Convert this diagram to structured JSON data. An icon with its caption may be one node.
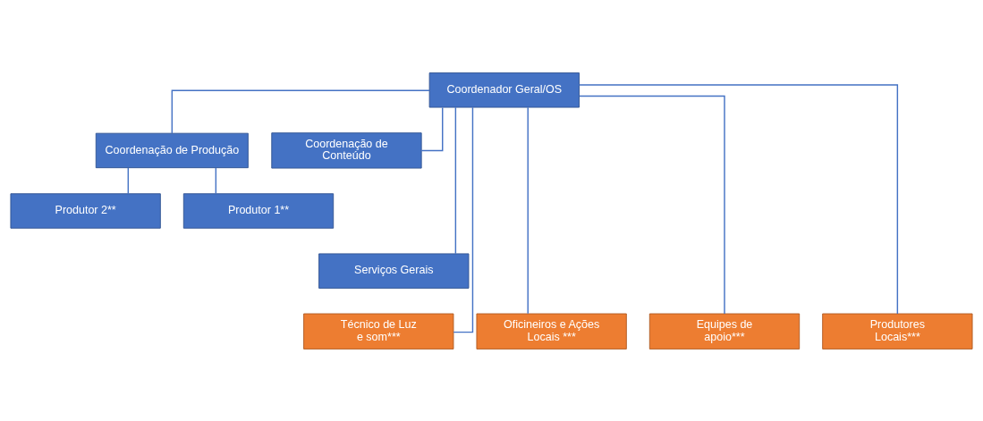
{
  "diagram": {
    "nodes": [
      {
        "text": [
          "Coordenador Geral/OS"
        ]
      },
      {
        "text": [
          "Coordenação de Produção"
        ]
      },
      {
        "text": [
          "Coordenação de Conteúdo"
        ]
      },
      {
        "text": [
          "Produtor 2**"
        ]
      },
      {
        "text": [
          "Produtor 1**"
        ]
      },
      {
        "text": [
          "Serviços Gerais"
        ]
      },
      {
        "text": [
          "Técnico de Luz e som***"
        ]
      },
      {
        "text": [
          "Oficineiros e Ações Locais ***"
        ]
      },
      {
        "text": [
          "Equipes de apoio***"
        ]
      },
      {
        "text": [
          "Produtores Locais***"
        ]
      }
    ],
    "edges": [
      {
        "from": 0,
        "to": 1,
        "arrow": "none"
      },
      {
        "from": 0,
        "to": 2,
        "arrow": "none"
      },
      {
        "from": 1,
        "to": 3,
        "arrow": "none"
      },
      {
        "from": 1,
        "to": 4,
        "arrow": "none"
      },
      {
        "from": 0,
        "to": 5,
        "arrow": "none"
      },
      {
        "from": 0,
        "to": 6,
        "arrow": "none"
      },
      {
        "from": 0,
        "to": 7,
        "arrow": "none"
      },
      {
        "from": 0,
        "to": 8,
        "arrow": "none"
      },
      {
        "from": 0,
        "to": 9,
        "arrow": "none"
      }
    ]
  }
}
